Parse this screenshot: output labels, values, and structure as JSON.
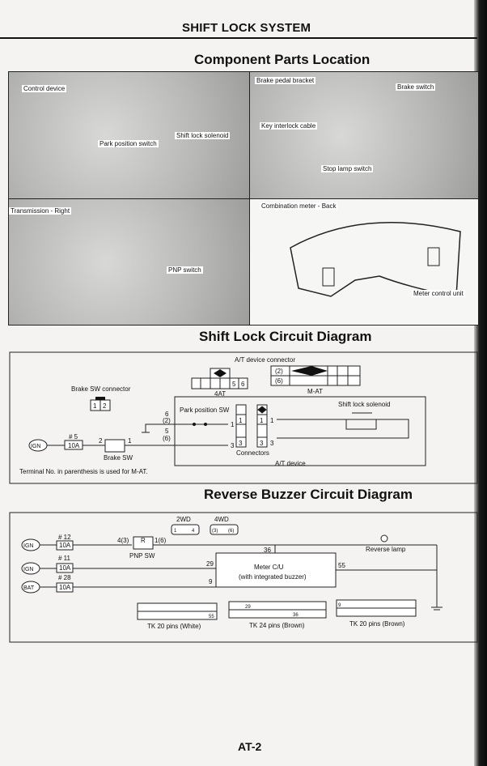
{
  "header": {
    "title": "SHIFT LOCK SYSTEM"
  },
  "components": {
    "heading": "Component Parts Location",
    "panels": [
      {
        "title": "Control device",
        "labels": [
          "Park position switch",
          "Shift lock solenoid"
        ]
      },
      {
        "title": "Brake pedal bracket",
        "labels": [
          "Brake switch",
          "Key interlock cable",
          "Stop lamp switch"
        ]
      },
      {
        "title": "Transmission - Right",
        "labels": [
          "PNP switch"
        ]
      },
      {
        "title": "Combination meter - Back",
        "labels": [
          "Meter control unit"
        ]
      }
    ]
  },
  "shift_lock": {
    "heading": "Shift Lock Circuit Diagram",
    "at_device_connector": "A/T device connector",
    "conn_4at": "4AT",
    "conn_4at_pins": [
      "5",
      "6"
    ],
    "conn_mat": "M-AT",
    "conn_mat_pins": [
      "(2)",
      "(6)"
    ],
    "brake_sw_connector": "Brake SW connector",
    "brake_pins": [
      "1",
      "2"
    ],
    "ign": "IGN",
    "fuse_no": "# 5",
    "fuse": "10A",
    "brake_sw": "Brake SW",
    "brake_term_in": "2",
    "brake_term_out": "1",
    "pin6": "6",
    "pin2": "(2)",
    "pin5": "5",
    "pin6p": "(6)",
    "park_sw": "Park position SW",
    "shift_solenoid": "Shift lock solenoid",
    "c1": "1",
    "c3": "3",
    "connectors": "Connectors",
    "at_device": "A/T device",
    "note": "Terminal No. in parenthesis is used for M-AT."
  },
  "buzzer": {
    "heading": "Reverse Buzzer Circuit Diagram",
    "lines": [
      {
        "src": "IGN",
        "fuse_no": "# 12",
        "fuse": "10A"
      },
      {
        "src": "IGN",
        "fuse_no": "# 11",
        "fuse": "10A"
      },
      {
        "src": "BAT",
        "fuse_no": "# 28",
        "fuse": "10A"
      }
    ],
    "pnp_sw": "PNP SW",
    "pnp_r": "R",
    "pnp_in": "4(3)",
    "pnp_out": "1(6)",
    "c2wd": "2WD",
    "c2wd_pins": [
      "1",
      "4"
    ],
    "c4wd": "4WD",
    "c4wd_pins": [
      "(3)",
      "(6)"
    ],
    "reverse_lamp": "Reverse lamp",
    "meter_cu": "Meter C/U",
    "meter_sub": "(with integrated buzzer)",
    "p36": "36",
    "p29": "29",
    "p9": "9",
    "p55": "55",
    "tk": [
      {
        "label": "TK 20 pins (White)",
        "pin": "55"
      },
      {
        "label": "TK 24 pins (Brown)",
        "pins": [
          "29",
          "36"
        ]
      },
      {
        "label": "TK 20 pins (Brown)",
        "pin": "9"
      }
    ]
  },
  "footer": {
    "page": "AT-2"
  }
}
